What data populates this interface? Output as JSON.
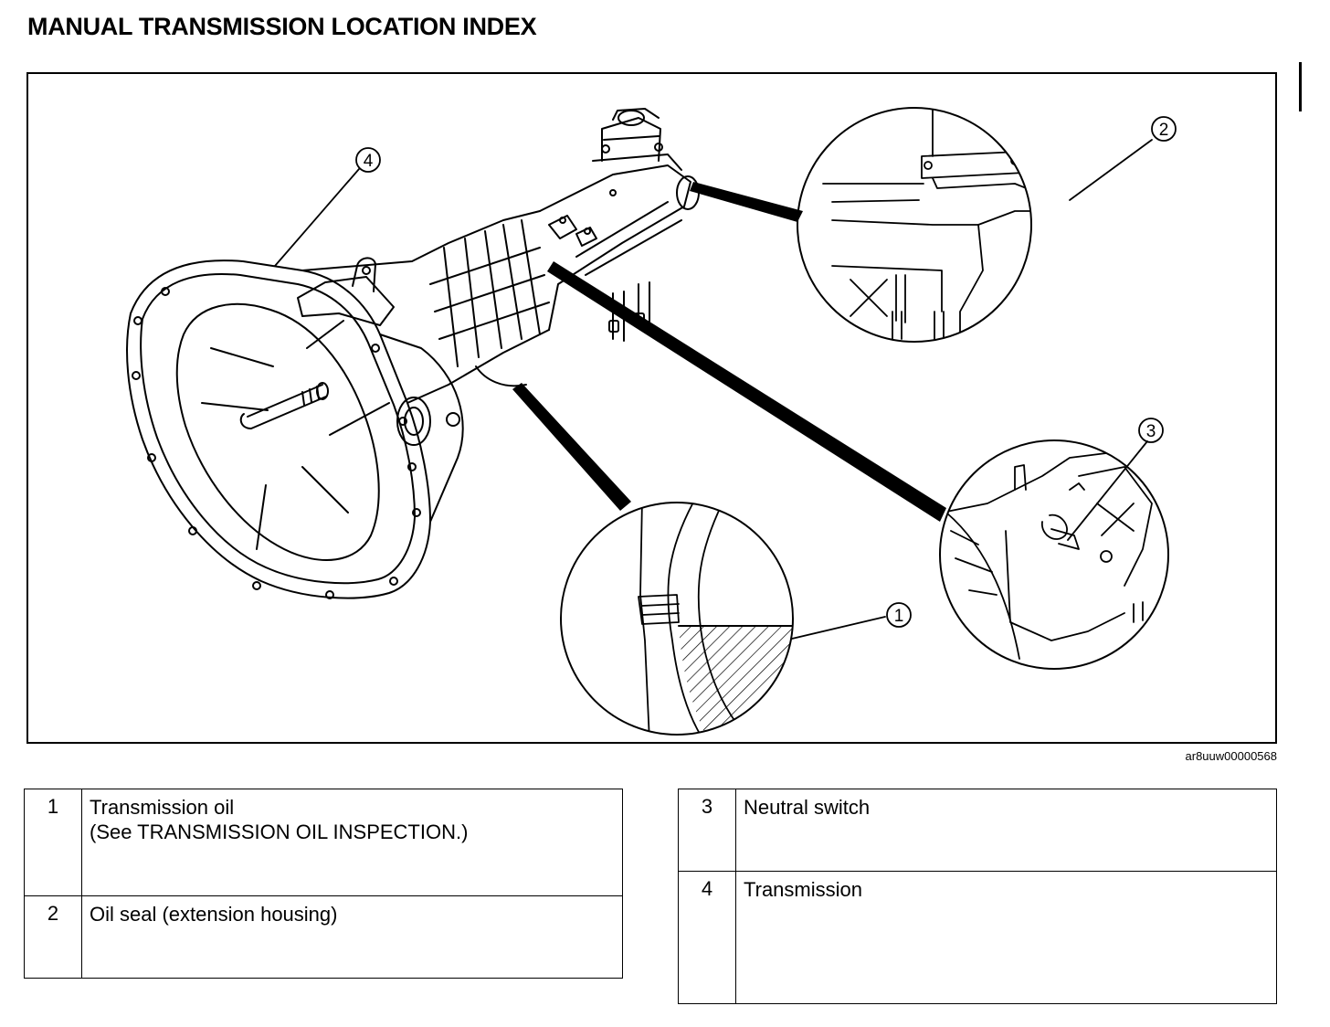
{
  "title": "MANUAL TRANSMISSION LOCATION INDEX",
  "figure": {
    "id": "ar8uuw00000568",
    "callouts": [
      "1",
      "2",
      "3",
      "4"
    ]
  },
  "legend": {
    "left": [
      {
        "num": "1",
        "text": "Transmission oil",
        "subtext": "(See TRANSMISSION OIL INSPECTION.)"
      },
      {
        "num": "2",
        "text": "Oil seal (extension housing)",
        "subtext": ""
      }
    ],
    "right": [
      {
        "num": "3",
        "text": "Neutral switch",
        "subtext": ""
      },
      {
        "num": "4",
        "text": "Transmission",
        "subtext": ""
      }
    ]
  }
}
